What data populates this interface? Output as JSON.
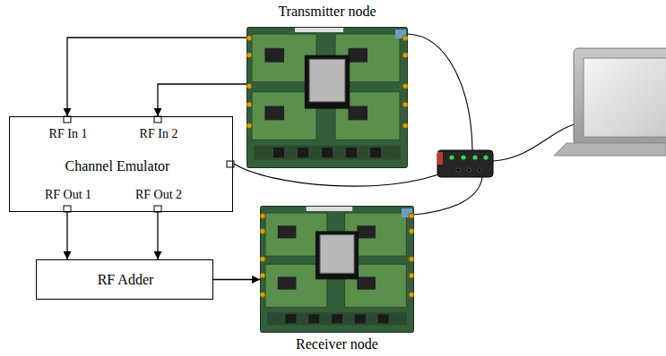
{
  "diagram": {
    "nodes": [
      {
        "text": [
          "Transmitter node"
        ]
      },
      {
        "text": [
          "RF In 1",
          "RF In 2",
          "Channel Emulator",
          "RF Out 1",
          "RF Out 2"
        ]
      },
      {
        "text": [
          "RF Adder"
        ]
      },
      {
        "text": [
          "Receiver node"
        ]
      }
    ],
    "edges": [
      {
        "from": 0,
        "to": 1,
        "arrow": "to"
      },
      {
        "from": 0,
        "to": 1,
        "arrow": "to"
      },
      {
        "from": 1,
        "to": 2,
        "arrow": "to"
      },
      {
        "from": 1,
        "to": 2,
        "arrow": "to"
      },
      {
        "from": 2,
        "to": 3,
        "arrow": "to"
      }
    ]
  }
}
